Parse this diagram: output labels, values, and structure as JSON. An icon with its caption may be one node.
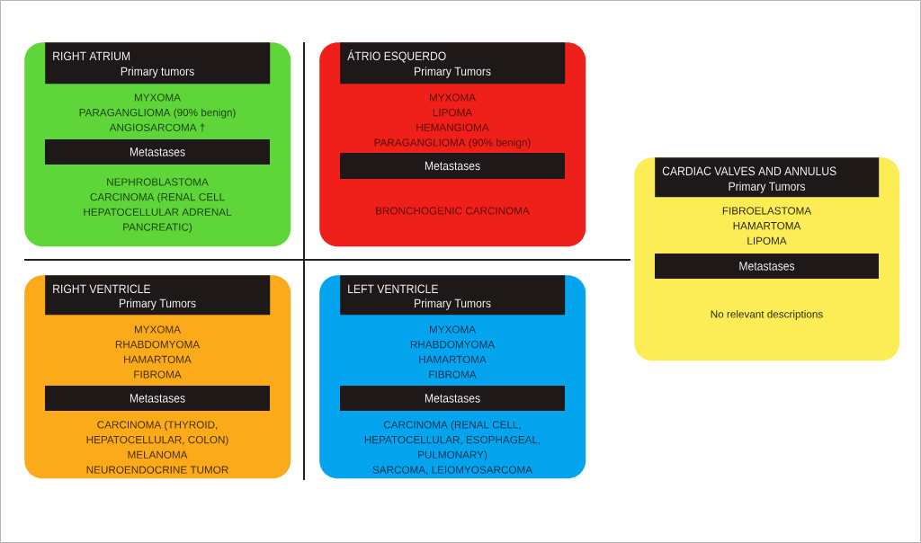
{
  "diagram": {
    "nodes": [
      {
        "text": [
          "MYXOMA",
          "PARAGANGLIOMA (90% benign)",
          "ANGIOSARCOMA †",
          "NEPHROBLASTOMA",
          "CARCINOMA (RENAL CELL HEPATOCELLULAR ADRENAL PANCREATIC)"
        ]
      },
      {
        "text": [
          "RIGHT ATRIUM",
          "Primary tumors"
        ],
        "in": 0
      },
      {
        "text": [
          "Metastases"
        ],
        "in": 0
      },
      {
        "text": [
          "MYXOMA",
          "LIPOMA",
          "HEMANGIOMA",
          "PARAGANGLIOMA (90% benign)",
          "BRONCHOGENIC CARCINOMA"
        ]
      },
      {
        "text": [
          "ÁTRIO ESQUERDO",
          "Primary Tumors"
        ],
        "in": 3
      },
      {
        "text": [
          "Metastases"
        ],
        "in": 3
      },
      {
        "text": [
          "FIBROELASTOMA",
          "HAMARTOMA",
          "LIPOMA",
          "No relevant descriptions"
        ]
      },
      {
        "text": [
          "CARDIAC VALVES AND ANNULUS",
          "Primary Tumors"
        ],
        "in": 6
      },
      {
        "text": [
          "Metastases"
        ],
        "in": 6
      },
      {
        "text": [
          "MYXOMA",
          "RHABDOMYOMA",
          "HAMARTOMA",
          "FIBROMA",
          "CARCINOMA (THYROID, HEPATOCELLULAR, COLON)",
          "MELANOMA",
          "NEUROENDOCRINE TUMOR"
        ]
      },
      {
        "text": [
          "RIGHT VENTRICLE",
          "Primary Tumors"
        ],
        "in": 9
      },
      {
        "text": [
          "Metastases"
        ],
        "in": 9
      },
      {
        "text": [
          "MYXOMA",
          "RHABDOMYOMA",
          "HAMARTOMA",
          "FIBROMA",
          "CARCINOMA (RENAL CELL, HEPATOCELLULAR, ESOPHAGEAL, PULMONARY)",
          "SARCOMA, LEIOMYOSARCOMA"
        ]
      },
      {
        "text": [
          "LEFT VENTRICLE",
          "Primary Tumors"
        ],
        "in": 12
      },
      {
        "text": [
          "Metastases"
        ],
        "in": 12
      }
    ]
  }
}
